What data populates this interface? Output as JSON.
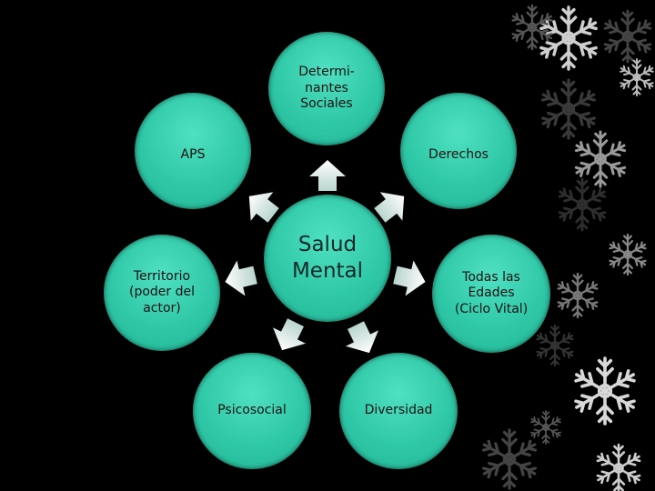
{
  "center": {
    "label": "Salud\nMental"
  },
  "nodes": {
    "determinantes": "Determi-\nnantes\nSociales",
    "aps": "APS",
    "derechos": "Derechos",
    "territorio": "Territorio\n(poder del\nactor)",
    "todas": "Todas las\nEdades\n(Ciclo Vital)",
    "psicosocial": "Psicosocial",
    "diversidad": "Diversidad"
  },
  "colors": {
    "background": "#000000",
    "node": "#2fc8a6",
    "arrow": "#e8f0ee",
    "snowflake": "#8a8a8a"
  },
  "icons": [
    "snowflake-icon",
    "arrow-icon"
  ]
}
